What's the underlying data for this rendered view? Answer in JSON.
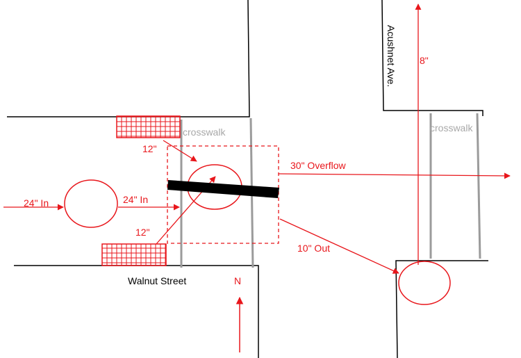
{
  "labels": {
    "crosswalk_left": "crosswalk",
    "crosswalk_right": "crosswalk",
    "pipe_in_12_top": "12\"",
    "pipe_in_12_bottom": "12\"",
    "pipe_in_24_left": "24\" In",
    "pipe_in_24_mid": "24\" In",
    "overflow": "30\" Overflow",
    "out_10": "10\" Out",
    "pipe_8": "8\"",
    "street_walnut": "Walnut Street",
    "street_acushnet": "Acushnet Ave.",
    "north": "N"
  },
  "colors": {
    "pipe": "#e8161b",
    "curb": "#000000",
    "crosswalk_line": "#9b9b9b",
    "crosswalk_text": "#a8a8a8",
    "weir": "#000000"
  }
}
